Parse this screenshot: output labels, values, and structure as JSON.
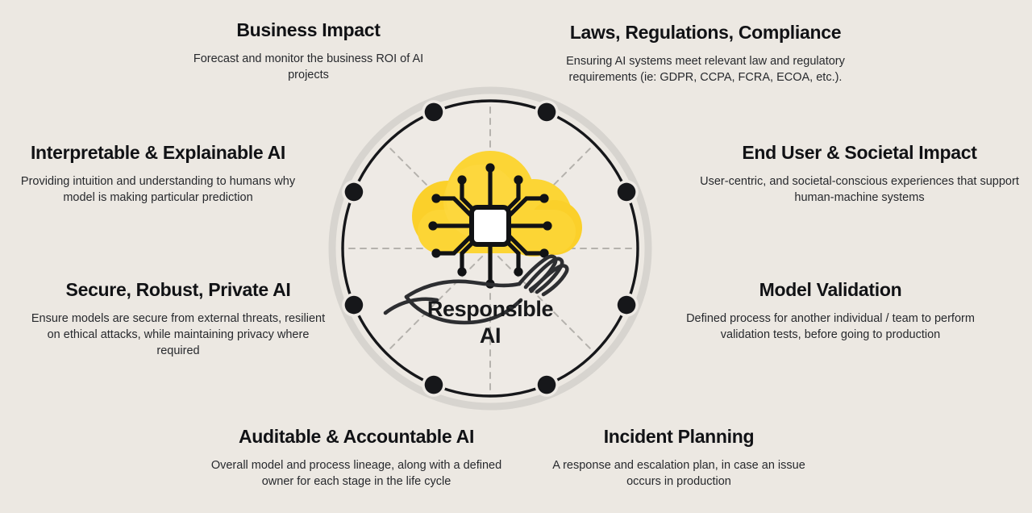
{
  "background_color": "#ece8e2",
  "hub": {
    "title_line1": "Responsible",
    "title_line2": "AI",
    "ring_color": "#16171a",
    "outer_ring_color": "#d5d2cd",
    "node_color": "#1a1b1e",
    "spoke_color": "#b9b6b1",
    "icon": {
      "cloud_color": "#fcd22c",
      "cloud_color_light": "#fdd843",
      "chip_color": "#111214",
      "chip_fill": "#ffffff",
      "hand_color": "#2d2e31"
    },
    "node_count": 8
  },
  "labels": [
    {
      "id": "business-impact",
      "title": "Business Impact",
      "desc": "Forecast and monitor the business ROI of AI projects"
    },
    {
      "id": "laws-regulations-compliance",
      "title": "Laws, Regulations, Compliance",
      "desc": "Ensuring AI systems meet relevant law and regulatory requirements (ie: GDPR, CCPA, FCRA, ECOA, etc.)."
    },
    {
      "id": "interpretable-explainable-ai",
      "title": "Interpretable & Explainable AI",
      "desc": "Providing intuition and understanding to humans why model is making particular prediction"
    },
    {
      "id": "end-user-societal-impact",
      "title": "End User & Societal Impact",
      "desc": "User-centric, and societal-conscious experiences that support human-machine systems"
    },
    {
      "id": "secure-robust-private-ai",
      "title": "Secure, Robust, Private AI",
      "desc": "Ensure models are secure from external threats, resilient on ethical attacks, while maintaining privacy where required"
    },
    {
      "id": "model-validation",
      "title": "Model Validation",
      "desc": "Defined process for another individual / team to perform validation tests, before going to production"
    },
    {
      "id": "auditable-accountable-ai",
      "title": "Auditable & Accountable AI",
      "desc": "Overall model and process lineage, along with a defined owner for each stage in the life cycle"
    },
    {
      "id": "incident-planning",
      "title": "Incident Planning",
      "desc": "A response and escalation plan, in case an issue occurs in production"
    }
  ]
}
